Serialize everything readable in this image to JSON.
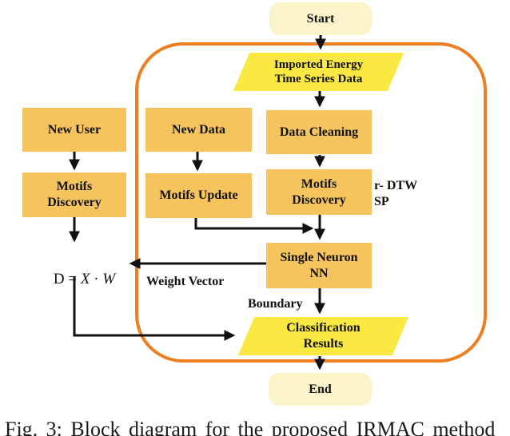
{
  "figure": {
    "caption": "Fig. 3: Block diagram for the proposed IRMAC method",
    "nodes": {
      "start": {
        "label": "Start",
        "shape": "terminal"
      },
      "imported_data": {
        "line1": "Imported Energy",
        "line2": "Time Series Data",
        "shape": "io-parallelogram"
      },
      "new_user": {
        "label": "New User",
        "shape": "process"
      },
      "new_data": {
        "label": "New Data",
        "shape": "process"
      },
      "data_cleaning": {
        "label": "Data Cleaning",
        "shape": "process"
      },
      "motifs_discovery_left": {
        "line1": "Motifs",
        "line2": "Discovery",
        "shape": "process"
      },
      "motifs_update": {
        "label": "Motifs Update",
        "shape": "process"
      },
      "motifs_discovery_right": {
        "line1": "Motifs",
        "line2": "Discovery",
        "shape": "process"
      },
      "single_neuron_nn": {
        "line1": "Single Neuron",
        "line2": "NN",
        "shape": "process"
      },
      "classification_results": {
        "line1": "Classification",
        "line2": "Results",
        "shape": "io-parallelogram"
      },
      "end": {
        "label": "End",
        "shape": "terminal"
      }
    },
    "annotations": {
      "r_dtw": {
        "line1": "r- DTW",
        "line2": "SP"
      },
      "weight_vector": "Weight Vector",
      "boundary": "Boundary",
      "formula": {
        "prefix": "D = ",
        "x": "X",
        "dot": " · ",
        "w": "W"
      }
    },
    "colors": {
      "terminal_fill": "#FBF3C9",
      "process_fill": "#F5C45F",
      "io_fill": "#FAE843",
      "loop_border": "#EE7E20",
      "arrow": "#111111"
    }
  }
}
